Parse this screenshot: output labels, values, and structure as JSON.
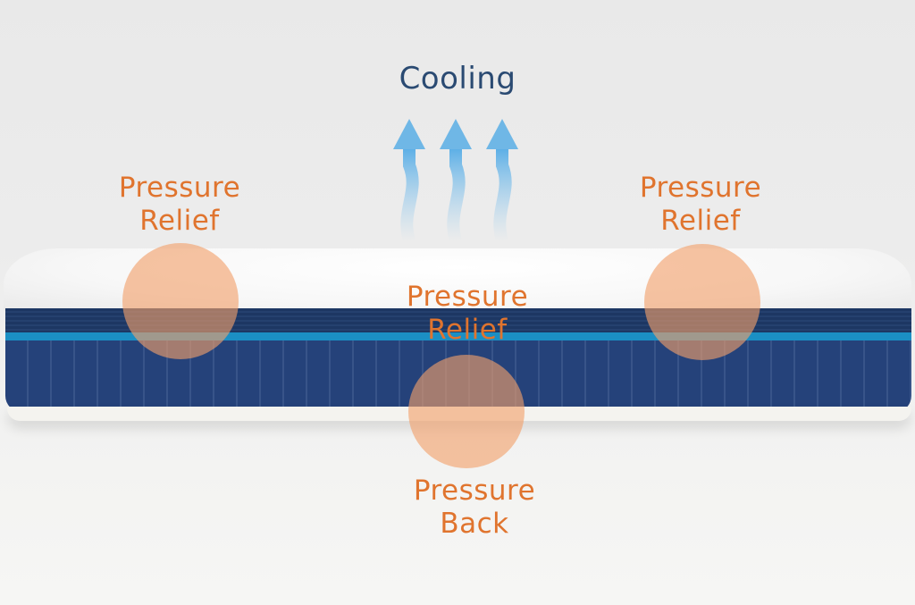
{
  "title": "Cooling",
  "colors": {
    "title": "#2a4a72",
    "label": "#e0742e",
    "circle": "#f2a06a",
    "arrow": "#6fb7e6",
    "mattress_side": "#25427a",
    "mattress_stripe": "#1b8fc4",
    "background": "#ececec"
  },
  "icons": [
    "cooling-arrow-icon",
    "cooling-arrow-icon",
    "cooling-arrow-icon"
  ],
  "labels": [
    {
      "line1": "Pressure",
      "line2": "Relief"
    },
    {
      "line1": "Pressure",
      "line2": "Relief"
    },
    {
      "line1": "Pressure",
      "line2": "Relief"
    },
    {
      "line1": "Pressure",
      "line2": "Back"
    }
  ]
}
